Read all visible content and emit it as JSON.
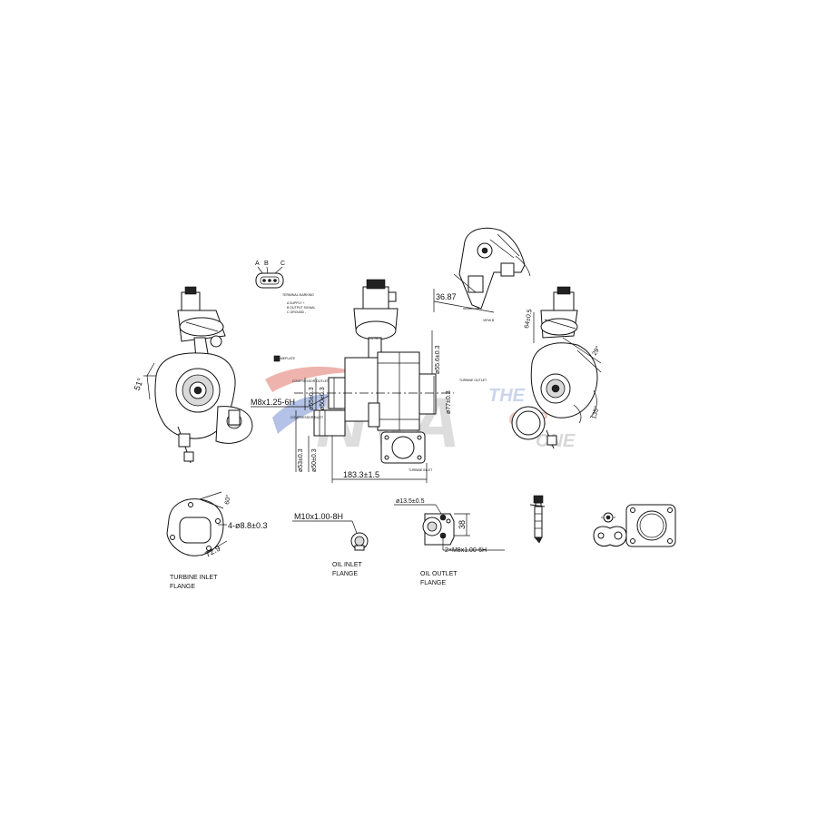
{
  "watermark": {
    "text": "NVA",
    "tagline_lines": [
      "THE",
      "CAR",
      "ONE"
    ],
    "colors": {
      "red": "#e7a19a",
      "blue": "#9fb3dd",
      "gray": "#cfcfcf"
    }
  },
  "connector": {
    "pins": [
      "A",
      "B",
      "C"
    ],
    "legend_title": "TERMINAL MARKING",
    "legend_items": [
      "A  SUPPLY +",
      "B  OUTPUT SIGNAL",
      "C  GROUND -"
    ]
  },
  "main_view": {
    "thread_left": "M8x1.25-6H",
    "dia_55": "ø55±0.3",
    "dia_50a": "ø50±0.3",
    "dia_53": "ø53±0.3",
    "dia_50b": "ø50±0.3",
    "dia_556": "ø55.6±0.3",
    "dia_77": "ø77±0.3",
    "length": "183.3±1.5",
    "tag_compressor_outlet": "COMPRESSOR OUTLET",
    "tag_compressor_inlet": "COMPRESSOR INLET",
    "tag_turbine_outlet": "TURBINE OUTLET",
    "tag_turbine_inlet": "TURBINE INLET",
    "tag_oil": "OIL RET",
    "tag_nameplate": "NAMEPLATE"
  },
  "left_view": {
    "angle": "51°"
  },
  "top_right_view": {
    "dim": "36.87",
    "view_label": "VIEW B"
  },
  "right_view": {
    "dim_64": "64±0.5",
    "angle_29": "29°",
    "angle_135": "135°"
  },
  "turbine_inlet_flange": {
    "angle": "60°",
    "holes": "4-ø8.8±0.3",
    "width": "72.9",
    "label_lines": [
      "TURBINE INLET",
      "FLANGE"
    ]
  },
  "oil_inlet_flange": {
    "thread": "M10x1.00-8H",
    "label_lines": [
      "OIL INLET",
      "FLANGE"
    ]
  },
  "oil_outlet_flange": {
    "dia": "ø13.5±0.5",
    "dim": "38",
    "thread": "2×M8x1.00-6H",
    "label_lines": [
      "OIL OUTLET",
      "FLANGE"
    ]
  }
}
